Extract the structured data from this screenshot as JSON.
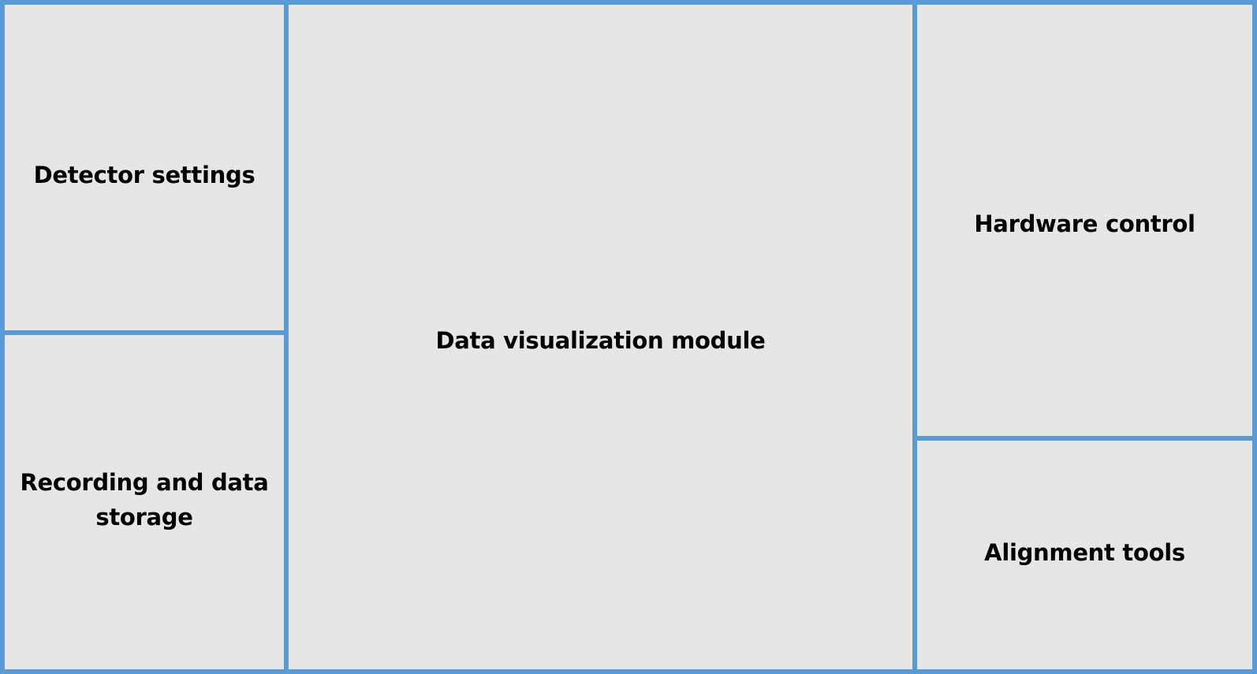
{
  "diagram": {
    "colors": {
      "border": "#5b9bd5",
      "panel_fill": "#e6e6e6",
      "text": "#000000"
    },
    "panels": {
      "detector_settings": "Detector settings",
      "recording_storage": "Recording and data storage",
      "data_visualization": "Data visualization module",
      "hardware_control": "Hardware control",
      "alignment_tools": "Alignment tools"
    }
  }
}
